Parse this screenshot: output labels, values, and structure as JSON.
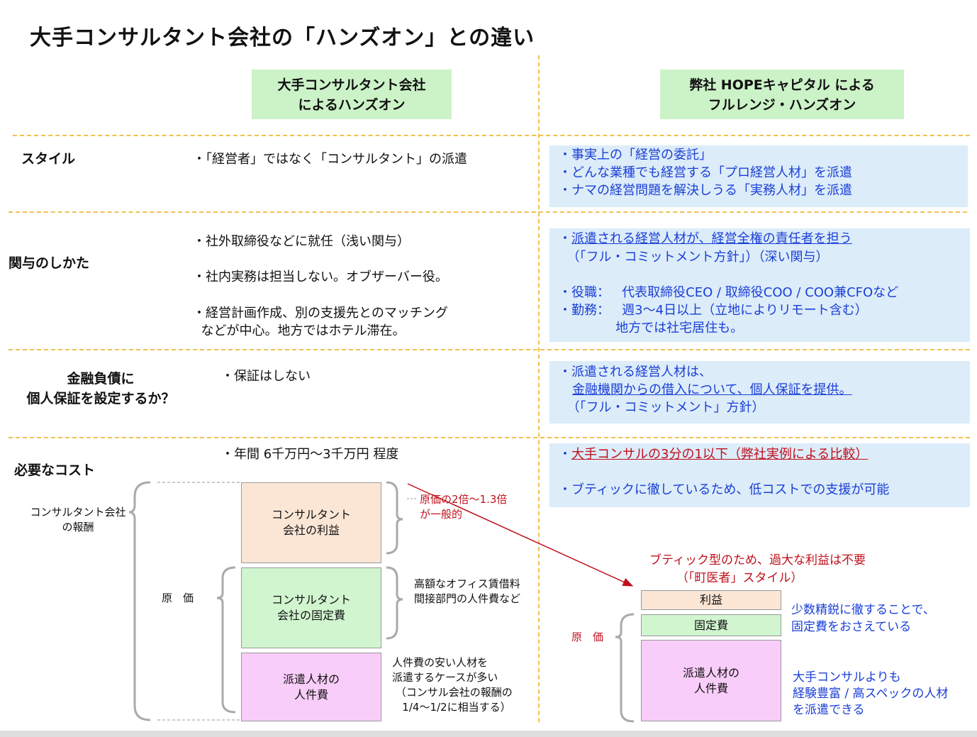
{
  "title": "大手コンサルタント会社の「ハンズオン」との違い",
  "headers": {
    "left": "大手コンサルタント会社\nによるハンズオン",
    "right": "弊社 HOPEキャピタル による\nフルレンジ・ハンズオン"
  },
  "rows": {
    "style": {
      "label": "スタイル",
      "left": "・「経営者」ではなく「コンサルタント」の派遣",
      "right": "・事実上の「経営の委託」\n・どんな業種でも経営する「プロ経営人材」を派遣\n・ナマの経営問題を解決しうる「実務人材」を派遣"
    },
    "involvement": {
      "label": "関与のしかた",
      "left1": "・社外取締役などに就任（浅い関与）",
      "left2": "・社内実務は担当しない。オブザーバー役。",
      "left3": "・経営計画作成、別の支援先とのマッチング\n  などが中心。地方ではホテル滞在。",
      "right1": "派遣される経営人材が、経営全権の責任者を担う",
      "right1_bullet": "・",
      "right2": "  （「フル・コミットメント方針」）（深い関与）",
      "right3": "・役職：   代表取締役CEO / 取締役COO / COO兼CFOなど\n・勤務：   週3～4日以上（立地によりリモート含む）\n              地方では社宅居住も。"
    },
    "guarantee": {
      "label": "金融負債に\n個人保証を設定するか？",
      "left": "・保証はしない",
      "right1": "・派遣される経営人材は、",
      "right2": "金融機関からの借入について、個人保証を提供。",
      "right3": "  （「フル・コミットメント」方針）"
    },
    "cost": {
      "label": "必要なコスト",
      "left": "・年間 6千万円～3千万円 程度",
      "right1_bullet": "・",
      "right1": "大手コンサルの3分の1以下（弊社実例による比較）",
      "right2": "・ブティックに徹しているため、低コストでの支援が可能"
    }
  },
  "diagram_left": {
    "remuneration_label": "コンサルタント会社\nの報酬",
    "cost_label": "原　価",
    "profit_box": "コンサルタント\n会社の利益",
    "fixed_box": "コンサルタント\n会社の固定費",
    "labor_box": "派遣人材の\n人件費",
    "note_profit": "原価の2倍～1.3倍\nが一般的",
    "note_fixed": "高額なオフィス賃借料\n間接部門の人件費など",
    "note_labor": "人件費の安い人材を\n派遣するケースが多い\n （コンサル会社の報酬の\n   1/4～1/2に相当する）"
  },
  "diagram_right": {
    "heading": "ブティック型のため、過大な利益は不要\n       （「町医者」スタイル）",
    "cost_label": "原　価",
    "profit_box": "利益",
    "fixed_box": "固定費",
    "labor_box": "派遣人材の\n人件費",
    "note_fixed": "少数精鋭に徹することで、\n固定費をおさえている",
    "note_labor": "大手コンサルよりも\n経験豊富 / 高スペックの人材\nを派遣できる"
  },
  "colors": {
    "header_green": "#ccf2c8",
    "blue_box": "#dcecf9",
    "blue_text": "#1a3fd6",
    "red_text": "#c0101c",
    "divider": "#f2c04f"
  }
}
